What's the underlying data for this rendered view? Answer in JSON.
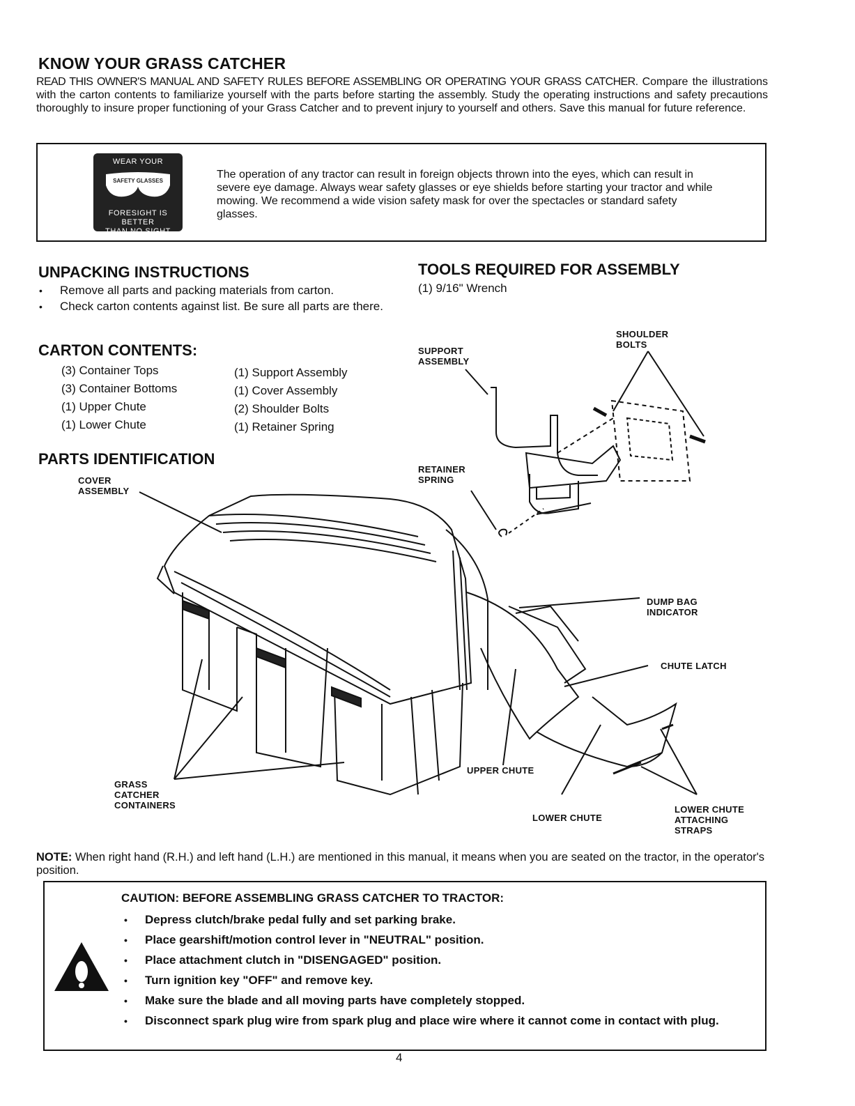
{
  "title": "KNOW YOUR GRASS CATCHER",
  "intro_caps": "READ THIS OWNER'S MANUAL AND SAFETY RULES BEFORE ASSEMBLING OR OPERATING YOUR GRASS CATCHER.",
  "intro_text": "Compare the illustrations with the carton contents to familiarize yourself with the parts before starting the assembly. Study the operating instructions and safety precautions thoroughly to insure proper functioning of your Grass Catcher and to prevent injury to yourself and others. Save this manual for future reference.",
  "safety_logo": {
    "top": "WEAR YOUR",
    "middle": "SAFETY GLASSES",
    "bottom1": "FORESIGHT IS BETTER",
    "bottom2": "THAN NO SIGHT"
  },
  "warning_text": "The operation of any tractor can result in foreign objects thrown into the eyes, which can result in severe eye damage. Always wear safety glasses or eye shields before starting your tractor and while mowing. We recommend a wide vision safety mask for over the spectacles or standard safety glasses.",
  "unpacking": {
    "heading": "UNPACKING INSTRUCTIONS",
    "items": [
      "Remove all parts and packing materials from carton.",
      "Check carton contents against list. Be sure all parts are there."
    ]
  },
  "carton": {
    "heading": "CARTON CONTENTS:",
    "col1": [
      "(3) Container Tops",
      "(3) Container Bottoms",
      "(1) Upper Chute",
      "(1) Lower Chute"
    ],
    "col2": [
      "(1) Support Assembly",
      "(1) Cover Assembly",
      "(2) Shoulder Bolts",
      "(1) Retainer Spring"
    ]
  },
  "tools": {
    "heading": "TOOLS REQUIRED FOR ASSEMBLY",
    "item": "(1) 9/16\" Wrench"
  },
  "parts_heading": "PARTS IDENTIFICATION",
  "labels": {
    "shoulder_bolts": [
      "SHOULDER",
      "BOLTS"
    ],
    "support_assembly": [
      "SUPPORT",
      "ASSEMBLY"
    ],
    "retainer_spring": [
      "RETAINER",
      "SPRING"
    ],
    "cover_assembly": [
      "COVER",
      "ASSEMBLY"
    ],
    "dump_bag_indicator": [
      "DUMP BAG",
      "INDICATOR"
    ],
    "chute_latch": "CHUTE LATCH",
    "upper_chute": "UPPER CHUTE",
    "lower_chute": "LOWER CHUTE",
    "grass_catcher_containers": [
      "GRASS",
      "CATCHER",
      "CONTAINERS"
    ],
    "lower_chute_straps": [
      "LOWER CHUTE",
      "ATTACHING",
      "STRAPS"
    ]
  },
  "note": {
    "label": "NOTE:",
    "text": " When right hand (R.H.) and left hand (L.H.) are mentioned in this manual, it means when you are seated on the tractor, in the operator's position."
  },
  "caution": {
    "heading": "CAUTION:  BEFORE ASSEMBLING GRASS CATCHER TO TRACTOR:",
    "items": [
      "Depress clutch/brake pedal fully and set parking brake.",
      "Place gearshift/motion control lever in \"NEUTRAL\" position.",
      "Place attachment clutch in \"DISENGAGED\" position.",
      "Turn ignition key \"OFF\" and remove key.",
      "Make sure the blade and all moving parts have completely stopped.",
      "Disconnect spark plug wire from spark plug and place wire where it cannot come in contact with plug."
    ]
  },
  "page_number": "4"
}
